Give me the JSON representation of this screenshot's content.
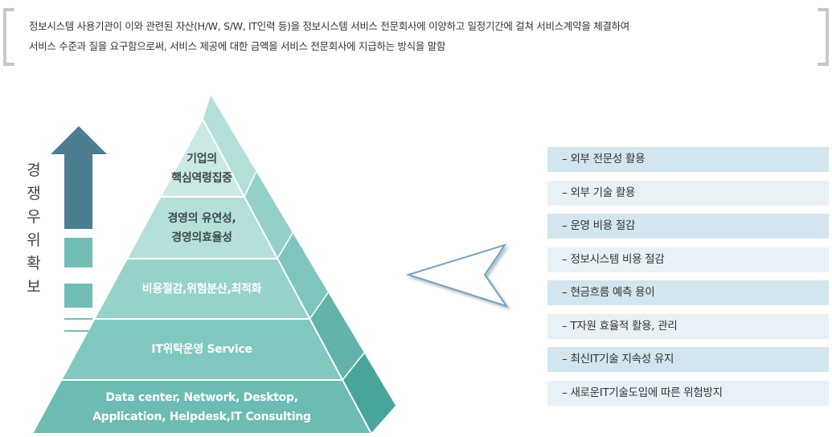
{
  "definition": {
    "line1": "정보시스템 사용기관이 이와 관련된 자산(H/W, S/W, IT인력 등)을 정보시스템 서비스 전문회사에 이양하고 일정기간에 걸쳐 서비스계약을 체결하여",
    "line2": "서비스 수준과 질을 요구함으로써, 서비스 제공에 대한 금액을 서비스 전문회사에 지급하는 방식을 말함"
  },
  "competitive_label": [
    "경",
    "쟁",
    "우",
    "위",
    "확",
    "보"
  ],
  "pyramid": {
    "tiers": [
      {
        "lines": [
          "기업의",
          "핵심역령집중"
        ],
        "color": "#cbe9e5",
        "side": "#b4dfd9"
      },
      {
        "lines": [
          "경영의 유연성,",
          "경영의효율성"
        ],
        "color": "#b5e0da",
        "side": "#94d0c8"
      },
      {
        "lines": [
          "비용절감,위험분산,최적화"
        ],
        "color": "#97d2ca",
        "side": "#7fc5bd"
      },
      {
        "lines": [
          "IT위탁운영 Service"
        ],
        "color": "#80c8c0",
        "side": "#62b3aa"
      },
      {
        "lines": [
          "Data center, Network, Desktop,",
          "Application, Helpdesk,IT Consulting"
        ],
        "color": "#6cbcb3",
        "side": "#48a59b"
      }
    ]
  },
  "benefits": [
    "– 외부 전문성 활용",
    "– 외부 기술 활용",
    "– 운영 비용 절감",
    "– 정보시스템 비용 절감",
    "– 현금흐름 예측 용이",
    "– T자원 효율적 활용, 관리",
    "– 최신IT기술 지속성 유지",
    "– 새로운IT기술도입에 따른 위험방지"
  ],
  "colors": {
    "arrow": "#4d7d90",
    "blocks": "#72bdb5",
    "pointer": "#7aa3b9"
  }
}
